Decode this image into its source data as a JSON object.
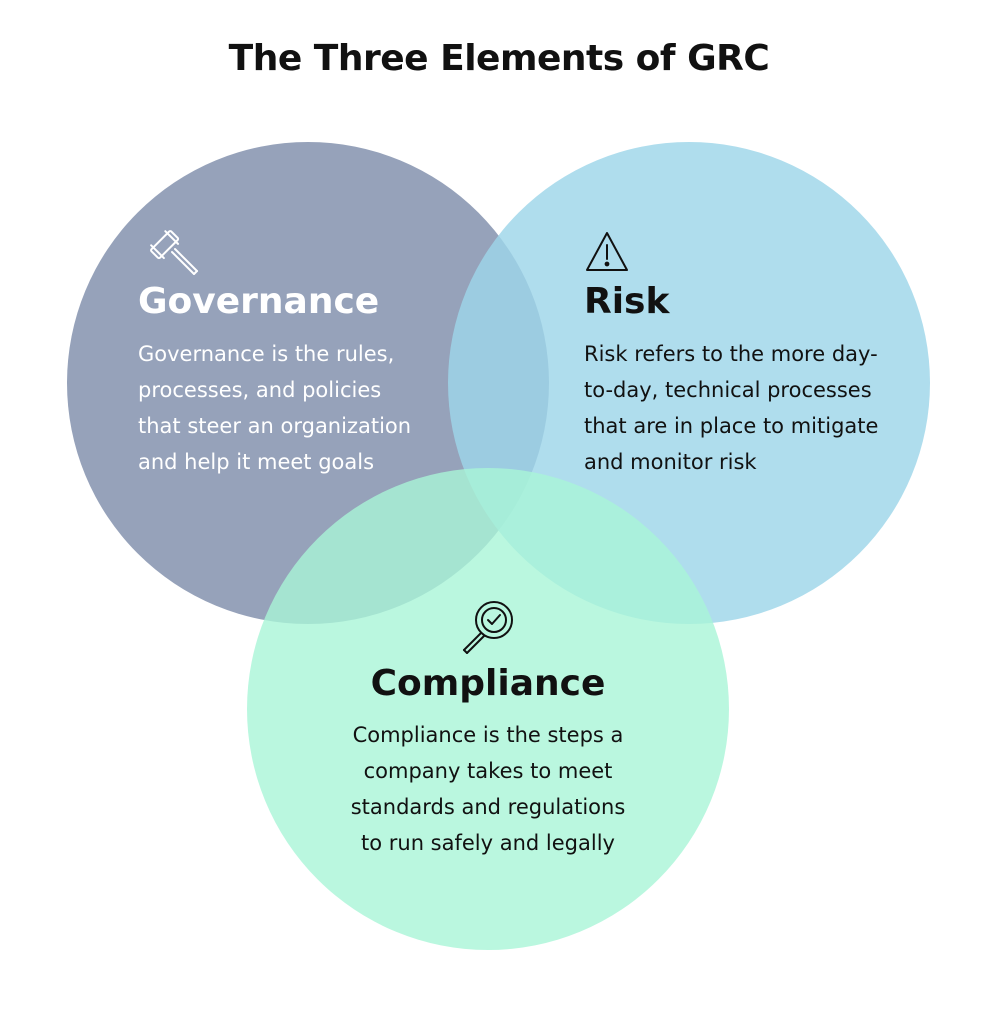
{
  "title": "The Three Elements of GRC",
  "colors": {
    "governance": "#8a98b3",
    "risk": "#a3d9ea",
    "compliance": "#b2f8dd",
    "text_dark": "#111111",
    "text_light": "#ffffff"
  },
  "elements": [
    {
      "name": "Governance",
      "icon": "gavel-icon",
      "lines": [
        "Governance is the rules,",
        "processes, and policies",
        "that steer an organization",
        "and help it meet goals"
      ]
    },
    {
      "name": "Risk",
      "icon": "warning-triangle-icon",
      "lines": [
        "Risk refers to the more day-",
        "to-day, technical processes",
        "that are in place to mitigate",
        "and monitor risk"
      ]
    },
    {
      "name": "Compliance",
      "icon": "magnifier-check-icon",
      "lines": [
        "Compliance is the steps a",
        "company takes to meet",
        "standards and regulations",
        "to run safely and legally"
      ]
    }
  ]
}
